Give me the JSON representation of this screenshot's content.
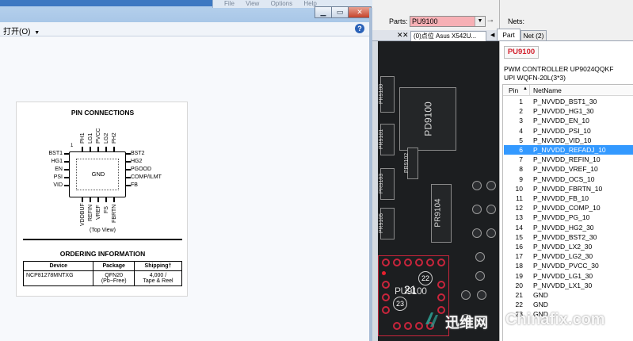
{
  "viewer": {
    "menu_open": "打开(O)",
    "menu_open_arrow": "▼",
    "help": "?",
    "bg_menu": [
      "File",
      "View",
      "Options",
      "Help"
    ],
    "window_buttons": {
      "minimize": "▁",
      "restore": "▭",
      "close": "✕"
    }
  },
  "datasheet": {
    "pin_heading": "PIN CONNECTIONS",
    "chip_label": "GND",
    "pin1": "1",
    "left_pins": [
      "BST1",
      "HG1",
      "EN",
      "PSI",
      "VID"
    ],
    "right_pins": [
      "BST2",
      "HG2",
      "PGOOD",
      "COMP/ILMT",
      "FB"
    ],
    "top_pins": [
      "PH1",
      "LG1",
      "PVCC",
      "LG2",
      "PH2"
    ],
    "bottom_pins": [
      "VDDBUF",
      "REFIN",
      "VREF",
      "FS",
      "FBRTN"
    ],
    "top_view": "(Top View)",
    "ordering_heading": "ORDERING INFORMATION",
    "order_headers": [
      "Device",
      "Package",
      "Shipping†"
    ],
    "order_row": {
      "device": "NCP81278MNTXG",
      "package_1": "QFN20",
      "package_2": "(Pb−Free)",
      "shipping_1": "4,000 /",
      "shipping_2": "Tape & Reel"
    }
  },
  "board": {
    "parts_label": "Parts:",
    "parts_value": "PU9100",
    "parts_arrow": "▼",
    "tab_close_1": "✕",
    "tab_close_2": "✕",
    "tab_label": "(0)点位 Asus X542U...",
    "tab_arrow": "◀",
    "refs": {
      "pr9100": "PR9100",
      "pd9100": "PD9100",
      "pr9101": "PR9101",
      "pr9102": "PR9102",
      "pr9103": "PR9103",
      "pr9104": "PR9104",
      "pr9105": "PR9105",
      "pu9100": "PU9100"
    },
    "pad_labels": {
      "p21": "21",
      "p22": "22",
      "p23": "23"
    }
  },
  "panel": {
    "nets_label": "Nets:",
    "tab_part": "Part",
    "tab_net": "Net (2)",
    "part_name": "PU9100",
    "desc_line1": "PWM CONTROLLER UP9024QQKF",
    "desc_line2": "UPI WQFN-20L(3*3)",
    "col_pin": "Pin",
    "sort_arrow": "▲",
    "col_netname": "NetName",
    "selected_pin": "6",
    "rows": [
      {
        "pin": "1",
        "net": "P_NVVDD_BST1_30"
      },
      {
        "pin": "2",
        "net": "P_NVVDD_HG1_30"
      },
      {
        "pin": "3",
        "net": "P_NVVDD_EN_10"
      },
      {
        "pin": "4",
        "net": "P_NVVDD_PSI_10"
      },
      {
        "pin": "5",
        "net": "P_NVVDD_VID_10"
      },
      {
        "pin": "6",
        "net": "P_NVVDD_REFADJ_10"
      },
      {
        "pin": "7",
        "net": "P_NVVDD_REFIN_10"
      },
      {
        "pin": "8",
        "net": "P_NVVDD_VREF_10"
      },
      {
        "pin": "9",
        "net": "P_NVVDD_OCS_10"
      },
      {
        "pin": "10",
        "net": "P_NVVDD_FBRTN_10"
      },
      {
        "pin": "11",
        "net": "P_NVVDD_FB_10"
      },
      {
        "pin": "12",
        "net": "P_NVVDD_COMP_10"
      },
      {
        "pin": "13",
        "net": "P_NVVDD_PG_10"
      },
      {
        "pin": "14",
        "net": "P_NVVDD_HG2_30"
      },
      {
        "pin": "15",
        "net": "P_NVVDD_BST2_30"
      },
      {
        "pin": "16",
        "net": "P_NVVDD_LX2_30"
      },
      {
        "pin": "17",
        "net": "P_NVVDD_LG2_30"
      },
      {
        "pin": "18",
        "net": "P_NVVDD_PVCC_30"
      },
      {
        "pin": "19",
        "net": "P_NVVDD_LG1_30"
      },
      {
        "pin": "20",
        "net": "P_NVVDD_LX1_30"
      },
      {
        "pin": "21",
        "net": "GND"
      },
      {
        "pin": "22",
        "net": "GND"
      },
      {
        "pin": "23",
        "net": "GND"
      }
    ]
  },
  "watermark": {
    "cn": "迅维网",
    "en": "Chinafix.com"
  },
  "colors": {
    "selection": "#3399ff",
    "part_highlight": "#f7b0b5",
    "part_name_red": "#d3232f",
    "board_bg": "#1c1e20",
    "outline_red": "#c9253c"
  }
}
